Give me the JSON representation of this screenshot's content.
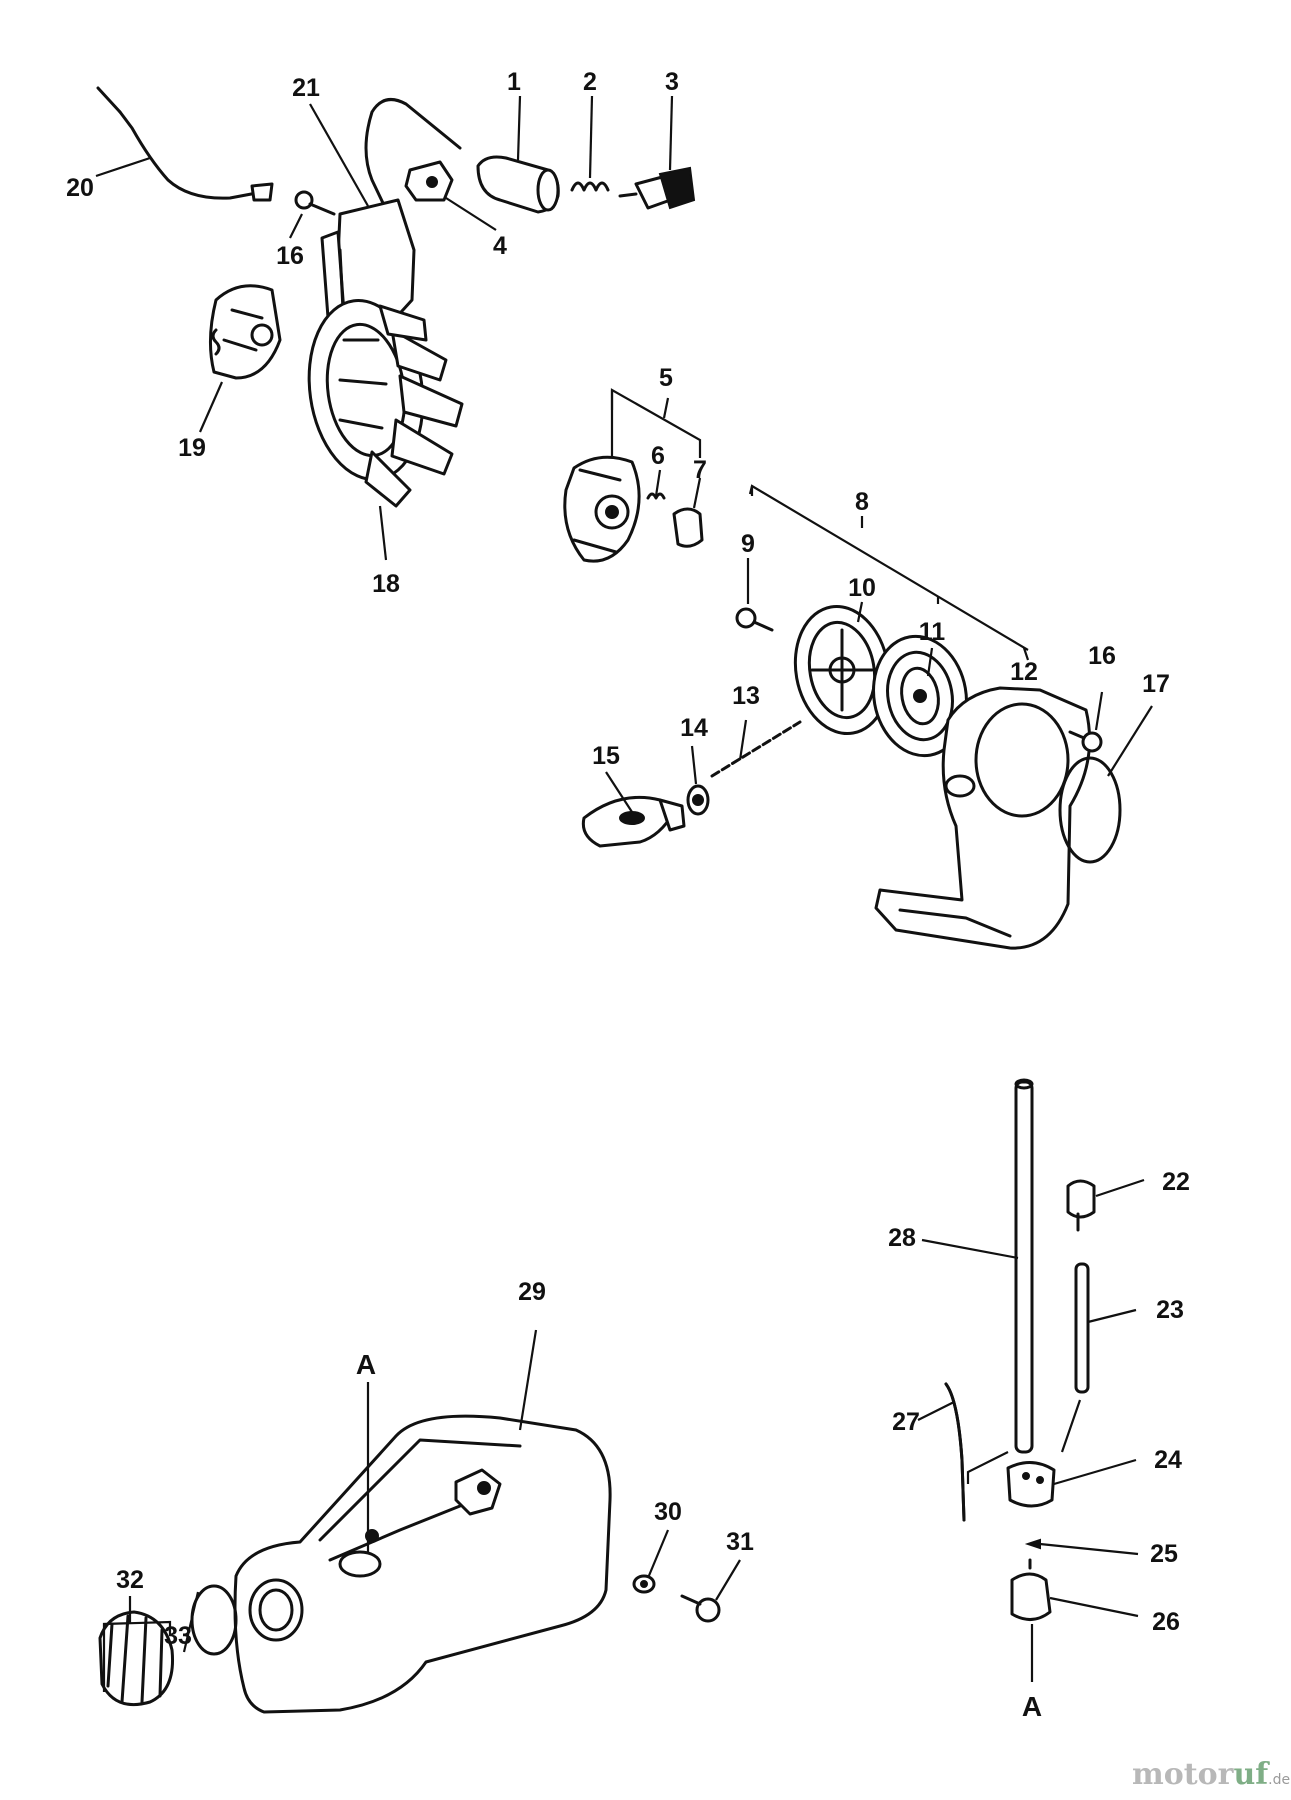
{
  "callouts": {
    "n1": "1",
    "n2": "2",
    "n3": "3",
    "n4": "4",
    "n5": "5",
    "n6": "6",
    "n7": "7",
    "n8": "8",
    "n9": "9",
    "n10": "10",
    "n11": "11",
    "n12": "12",
    "n13": "13",
    "n14": "14",
    "n15": "15",
    "n16a": "16",
    "n16b": "16",
    "n17": "17",
    "n18": "18",
    "n19": "19",
    "n20": "20",
    "n21": "21",
    "n22": "22",
    "n23": "23",
    "n24": "24",
    "n25": "25",
    "n26": "26",
    "n27": "27",
    "n28": "28",
    "n29": "29",
    "n30": "30",
    "n31": "31",
    "n32": "32",
    "n33": "33"
  },
  "connectors": {
    "tank_ref": "A",
    "filter_ref": "A"
  },
  "watermark": {
    "part1": "motor",
    "part2": "uf",
    "part3": ".de"
  }
}
